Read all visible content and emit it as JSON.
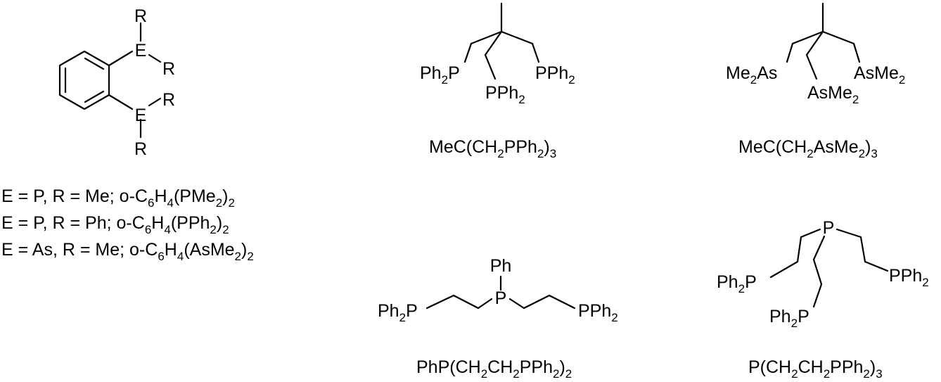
{
  "colors": {
    "ink": "#000000",
    "background": "#ffffff"
  },
  "molecules": {
    "chelate": {
      "r_top": "R",
      "e_top": "E",
      "r_top_side": "R",
      "e_bottom": "E",
      "r_bottom_side": "R",
      "r_bottom": "R",
      "variants": [
        {
          "prefix": "E = P, R = Me; o-C",
          "h": "H",
          "tail_a": "(PMe",
          "tail_b": ")"
        },
        {
          "prefix": "E = P, R = Ph; o-C",
          "h": "H",
          "tail_a": "(PPh",
          "tail_b": ")"
        },
        {
          "prefix": "E = As, R = Me; o-C",
          "h": "H",
          "tail_a": "(AsMe",
          "tail_b": ")"
        }
      ]
    },
    "triphos": {
      "left_label": "Ph",
      "left_label_tail": "P",
      "mid_label": "PPh",
      "right_label": "PPh",
      "formula": {
        "a": "MeC(CH",
        "b": "PPh",
        "c": ")"
      }
    },
    "triars": {
      "left_label": "Me",
      "left_label_tail": "As",
      "mid_label": "AsMe",
      "right_label": "AsMe",
      "formula": {
        "a": "MeC(CH",
        "b": "AsMe",
        "c": ")"
      }
    },
    "triphos_linear": {
      "ph": "Ph",
      "p": "P",
      "left_label": "Ph",
      "left_label_tail": "P",
      "right_label": "PPh",
      "formula": {
        "a": "PhP(CH",
        "b": "CH",
        "c": "PPh",
        "d": ")"
      }
    },
    "tetraphos": {
      "p": "P",
      "left_label": "Ph",
      "left_label_tail": "P",
      "mid_label": "Ph",
      "mid_label_tail": "P",
      "right_label": "PPh",
      "formula": {
        "a": "P(CH",
        "b": "CH",
        "c": "PPh",
        "d": ")"
      }
    }
  },
  "subscripts": {
    "two": "2",
    "three": "3",
    "four": "4",
    "six": "6"
  }
}
